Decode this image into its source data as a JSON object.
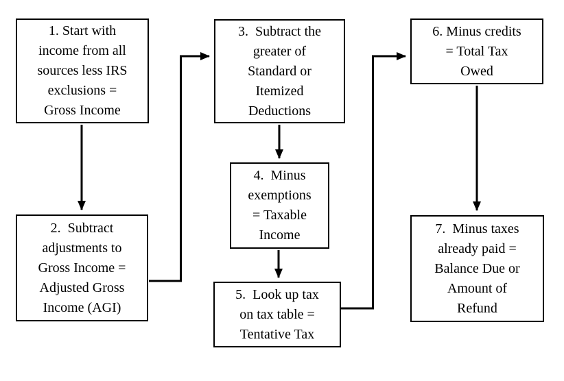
{
  "diagram": {
    "type": "flowchart",
    "background_color": "#ffffff",
    "box_border_color": "#000000",
    "arrow_color": "#000000",
    "boxes": [
      {
        "id": 1,
        "text": "1. Start with\nincome from all\nsources less IRS\nexclusions =\nGross Income"
      },
      {
        "id": 2,
        "text": "2.  Subtract\nadjustments to\nGross Income =\nAdjusted Gross\nIncome (AGI)"
      },
      {
        "id": 3,
        "text": "3.  Subtract the\ngreater of\nStandard or\nItemized\nDeductions"
      },
      {
        "id": 4,
        "text": "4.  Minus\nexemptions\n= Taxable\nIncome"
      },
      {
        "id": 5,
        "text": "5.  Look up tax\non tax table =\nTentative Tax"
      },
      {
        "id": 6,
        "text": "6. Minus credits\n= Total Tax\nOwed"
      },
      {
        "id": 7,
        "text": "7.  Minus taxes\nalready paid =\nBalance Due or\nAmount of\nRefund"
      }
    ],
    "connectors": [
      {
        "from": 1,
        "to": 2,
        "shape": "straight-down"
      },
      {
        "from": 2,
        "to": 3,
        "shape": "elbow-right-up-right"
      },
      {
        "from": 3,
        "to": 4,
        "shape": "straight-down"
      },
      {
        "from": 4,
        "to": 5,
        "shape": "straight-down"
      },
      {
        "from": 5,
        "to": 6,
        "shape": "elbow-right-up-right"
      },
      {
        "from": 6,
        "to": 7,
        "shape": "straight-down"
      }
    ]
  }
}
